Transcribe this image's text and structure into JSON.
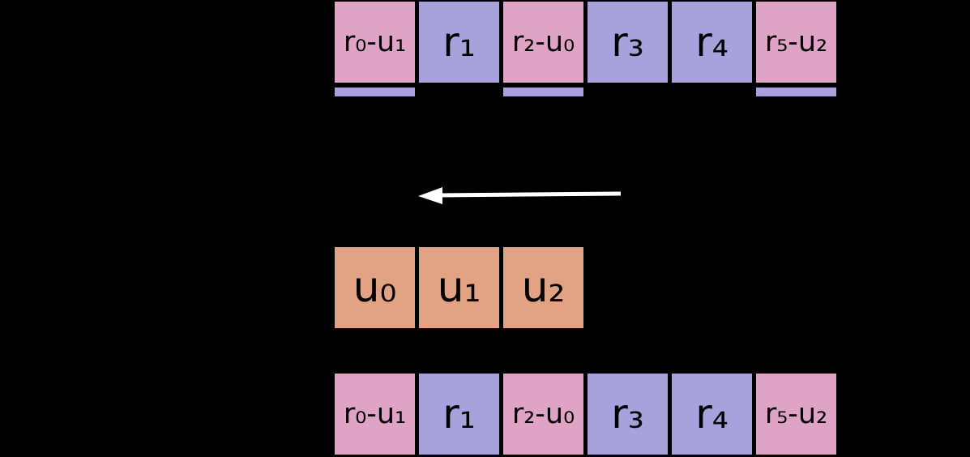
{
  "colors": {
    "background": "#000000",
    "pink": "#dfa3c6",
    "purple": "#a7a2dc",
    "salmon": "#e2a385",
    "arrow": "#ffffff",
    "cell_text": "#000000"
  },
  "rows": {
    "top": {
      "cells": [
        {
          "label": "r₀-u₁",
          "type": "pink",
          "underline": true
        },
        {
          "label": "r₁",
          "type": "purple",
          "underline": false
        },
        {
          "label": "r₂-u₀",
          "type": "pink",
          "underline": true
        },
        {
          "label": "r₃",
          "type": "purple",
          "underline": false
        },
        {
          "label": "r₄",
          "type": "purple",
          "underline": false
        },
        {
          "label": "r₅-u₂",
          "type": "pink",
          "underline": true
        }
      ]
    },
    "updates": {
      "cells": [
        {
          "label": "u₀",
          "type": "salmon"
        },
        {
          "label": "u₁",
          "type": "salmon"
        },
        {
          "label": "u₂",
          "type": "salmon"
        }
      ]
    },
    "bottom": {
      "cells": [
        {
          "label": "r₀-u₁",
          "type": "pink"
        },
        {
          "label": "r₁",
          "type": "purple"
        },
        {
          "label": "r₂-u₀",
          "type": "pink"
        },
        {
          "label": "r₃",
          "type": "purple"
        },
        {
          "label": "r₄",
          "type": "purple"
        },
        {
          "label": "r₅-u₂",
          "type": "pink"
        }
      ]
    }
  },
  "arrow": {
    "direction": "left"
  }
}
